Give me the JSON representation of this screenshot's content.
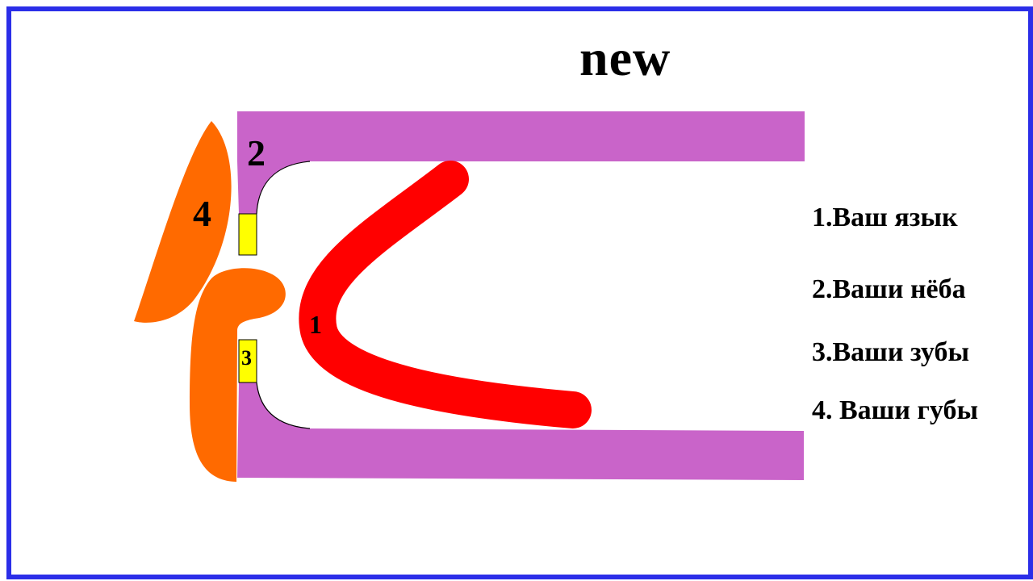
{
  "title": "new",
  "labels": {
    "tongue": "1",
    "palate": "2",
    "teeth": "3",
    "lips": "4"
  },
  "legend": [
    "1.Ваш язык",
    "2.Ваши нёба",
    "3.Ваши зубы",
    "4. Ваши губы"
  ],
  "colors": {
    "border": "#2b2ee8",
    "palate": "#c964c9",
    "tongue": "#ff0000",
    "lips": "#ff6a00",
    "teeth": "#ffff00"
  }
}
